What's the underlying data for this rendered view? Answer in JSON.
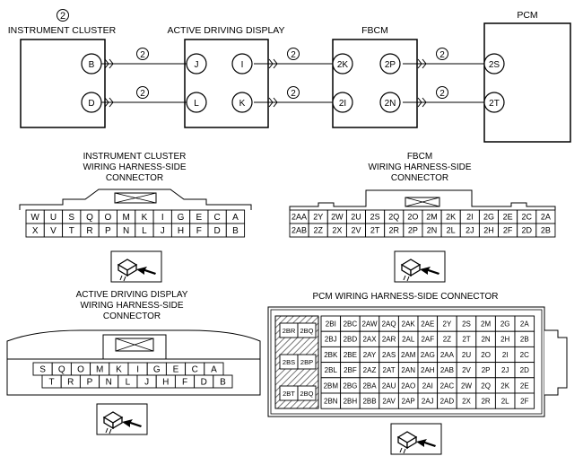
{
  "wiring": {
    "circled_mark": "2",
    "modules": {
      "instrument_cluster": "INSTRUMENT CLUSTER",
      "active_driving_display": "ACTIVE DRIVING DISPLAY",
      "fbcm": "FBCM",
      "pcm": "PCM"
    },
    "terminals": {
      "ic_top": "B",
      "ic_bottom": "D",
      "add_left_top": "J",
      "add_left_bottom": "L",
      "add_right_top": "I",
      "add_right_bottom": "K",
      "fbcm_left_top": "2K",
      "fbcm_left_bottom": "2I",
      "fbcm_right_top": "2P",
      "fbcm_right_bottom": "2N",
      "pcm_top": "2S",
      "pcm_bottom": "2T"
    }
  },
  "connectors": {
    "ic": {
      "title": [
        "INSTRUMENT CLUSTER",
        "WIRING HARNESS-SIDE",
        "CONNECTOR"
      ],
      "rows": [
        [
          "W",
          "U",
          "S",
          "Q",
          "O",
          "M",
          "K",
          "I",
          "G",
          "E",
          "C",
          "A"
        ],
        [
          "X",
          "V",
          "T",
          "R",
          "P",
          "N",
          "L",
          "J",
          "H",
          "F",
          "D",
          "B"
        ]
      ]
    },
    "fbcm": {
      "title": [
        "FBCM",
        "WIRING HARNESS-SIDE",
        "CONNECTOR"
      ],
      "rows": [
        [
          "2AA",
          "2Y",
          "2W",
          "2U",
          "2S",
          "2Q",
          "2O",
          "2M",
          "2K",
          "2I",
          "2G",
          "2E",
          "2C",
          "2A"
        ],
        [
          "2AB",
          "2Z",
          "2X",
          "2V",
          "2T",
          "2R",
          "2P",
          "2N",
          "2L",
          "2J",
          "2H",
          "2F",
          "2D",
          "2B"
        ]
      ]
    },
    "add": {
      "title": [
        "ACTIVE DRIVING DISPLAY",
        "WIRING HARNESS-SIDE",
        "CONNECTOR"
      ],
      "rows": [
        [
          "S",
          "Q",
          "O",
          "M",
          "K",
          "I",
          "G",
          "E",
          "C",
          "A"
        ],
        [
          "T",
          "R",
          "P",
          "N",
          "L",
          "J",
          "H",
          "F",
          "D",
          "B"
        ]
      ]
    },
    "pcm": {
      "title": "PCM WIRING HARNESS-SIDE CONNECTOR",
      "left_labels": [
        "2BR",
        "2BQ",
        "2BS",
        "2BP",
        "2BT",
        "2BQ"
      ],
      "rows": [
        [
          "2BI",
          "2BC",
          "2AW",
          "2AQ",
          "2AK",
          "2AE",
          "2Y",
          "2S",
          "2M",
          "2G",
          "2A"
        ],
        [
          "2BJ",
          "2BD",
          "2AX",
          "2AR",
          "2AL",
          "2AF",
          "2Z",
          "2T",
          "2N",
          "2H",
          "2B"
        ],
        [
          "2BK",
          "2BE",
          "2AY",
          "2AS",
          "2AM",
          "2AG",
          "2AA",
          "2U",
          "2O",
          "2I",
          "2C"
        ],
        [
          "2BL",
          "2BF",
          "2AZ",
          "2AT",
          "2AN",
          "2AH",
          "2AB",
          "2V",
          "2P",
          "2J",
          "2D"
        ],
        [
          "2BM",
          "2BG",
          "2BA",
          "2AU",
          "2AO",
          "2AI",
          "2AC",
          "2W",
          "2Q",
          "2K",
          "2E"
        ],
        [
          "2BN",
          "2BH",
          "2BB",
          "2AV",
          "2AP",
          "2AJ",
          "2AD",
          "2X",
          "2R",
          "2L",
          "2F"
        ]
      ]
    }
  }
}
